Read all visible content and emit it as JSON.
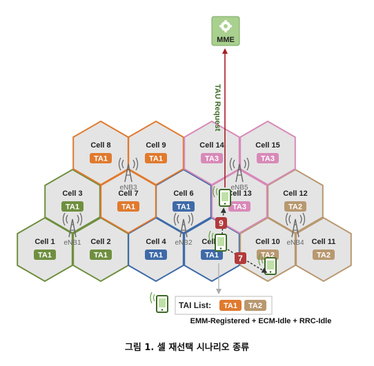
{
  "colors": {
    "green": "#6f8f3f",
    "orange": "#e07a2e",
    "blue": "#3e6aa8",
    "pink": "#d889b8",
    "tan": "#b89870",
    "cell_fill": "#e4e4e4",
    "arrow_red": "#a51d24",
    "step_red": "#b33a3a"
  },
  "cells": [
    {
      "name": "Cell 1",
      "ta": "TA1",
      "group": "green"
    },
    {
      "name": "Cell 2",
      "ta": "TA1",
      "group": "green"
    },
    {
      "name": "Cell 3",
      "ta": "TA1",
      "group": "green"
    },
    {
      "name": "Cell 4",
      "ta": "TA1",
      "group": "blue"
    },
    {
      "name": "Cell 5",
      "ta": "TA1",
      "group": "blue"
    },
    {
      "name": "Cell 6",
      "ta": "TA1",
      "group": "blue"
    },
    {
      "name": "Cell 7",
      "ta": "TA1",
      "group": "orange"
    },
    {
      "name": "Cell 8",
      "ta": "TA1",
      "group": "orange"
    },
    {
      "name": "Cell 9",
      "ta": "TA1",
      "group": "orange"
    },
    {
      "name": "Cell 10",
      "ta": "TA2",
      "group": "tan"
    },
    {
      "name": "Cell 11",
      "ta": "TA2",
      "group": "tan"
    },
    {
      "name": "Cell 12",
      "ta": "TA2",
      "group": "tan"
    },
    {
      "name": "Cell 13",
      "ta": "TA3",
      "group": "pink"
    },
    {
      "name": "Cell 14",
      "ta": "TA3",
      "group": "pink"
    },
    {
      "name": "Cell 15",
      "ta": "TA3",
      "group": "pink"
    }
  ],
  "enbs": [
    "eNB1",
    "eNB2",
    "eNB3",
    "eNB4",
    "eNB5"
  ],
  "mme": {
    "label": "MME",
    "icon": "gear-icon"
  },
  "tau_request": "TAU Request",
  "steps": [
    "7",
    "9"
  ],
  "tai_list": {
    "label": "TAI List:",
    "items": [
      "TA1",
      "TA2"
    ]
  },
  "ue_state": "EMM-Registered + ECM-Idle + RRC-Idle",
  "caption": "그림 1. 셀 재선택 시나리오 종류"
}
